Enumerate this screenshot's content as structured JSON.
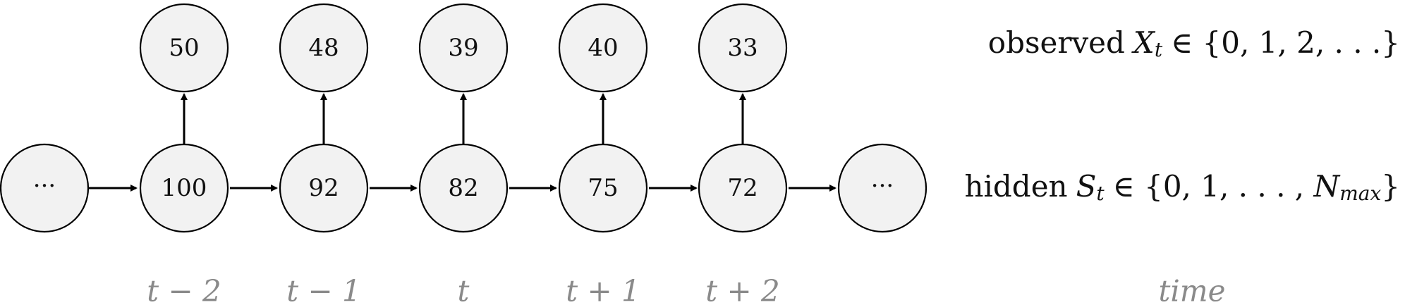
{
  "diagram": {
    "observed_values": [
      "50",
      "48",
      "39",
      "40",
      "33"
    ],
    "hidden_values": [
      "100",
      "92",
      "82",
      "75",
      "72"
    ],
    "ellipsis": "···",
    "time_labels": [
      "t − 2",
      "t − 1",
      "t",
      "t + 1",
      "t + 2"
    ],
    "time_axis_label": "time",
    "observed_label": {
      "word": "observed",
      "symbol": "X",
      "subscript": "t",
      "set": "∈ {0, 1, 2, . . .}"
    },
    "hidden_label": {
      "word": "hidden",
      "symbol": "S",
      "subscript": "t",
      "set_prefix": "∈ {0, 1, . . . , ",
      "set_symbol": "N",
      "set_subscript": "max",
      "set_suffix": "}"
    }
  }
}
